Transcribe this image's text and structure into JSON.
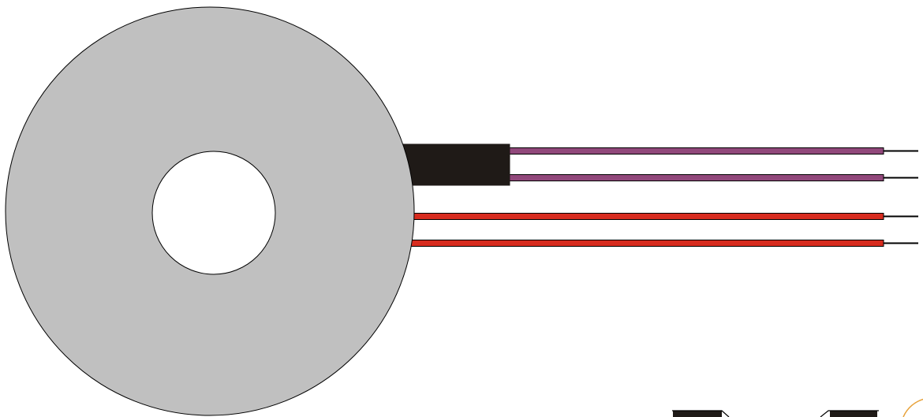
{
  "diagram": {
    "component": "toroidal-coil",
    "colors": {
      "background": "#ffffff",
      "core_fill": "#c0c0c0",
      "outline": "#000000",
      "sleeve": "#1f1a17",
      "wire_purple": "#91487b",
      "wire_red": "#d72c1f",
      "conductor": "#000000",
      "corner_accent": "#e8a23a"
    },
    "leads": [
      {
        "id": "lead-1",
        "color": "purple",
        "sleeved": true
      },
      {
        "id": "lead-2",
        "color": "purple",
        "sleeved": true
      },
      {
        "id": "lead-3",
        "color": "red",
        "sleeved": false
      },
      {
        "id": "lead-4",
        "color": "red",
        "sleeved": false
      }
    ],
    "corner_fragments": [
      "partial-connector-left",
      "partial-connector-right",
      "partial-circle"
    ]
  }
}
